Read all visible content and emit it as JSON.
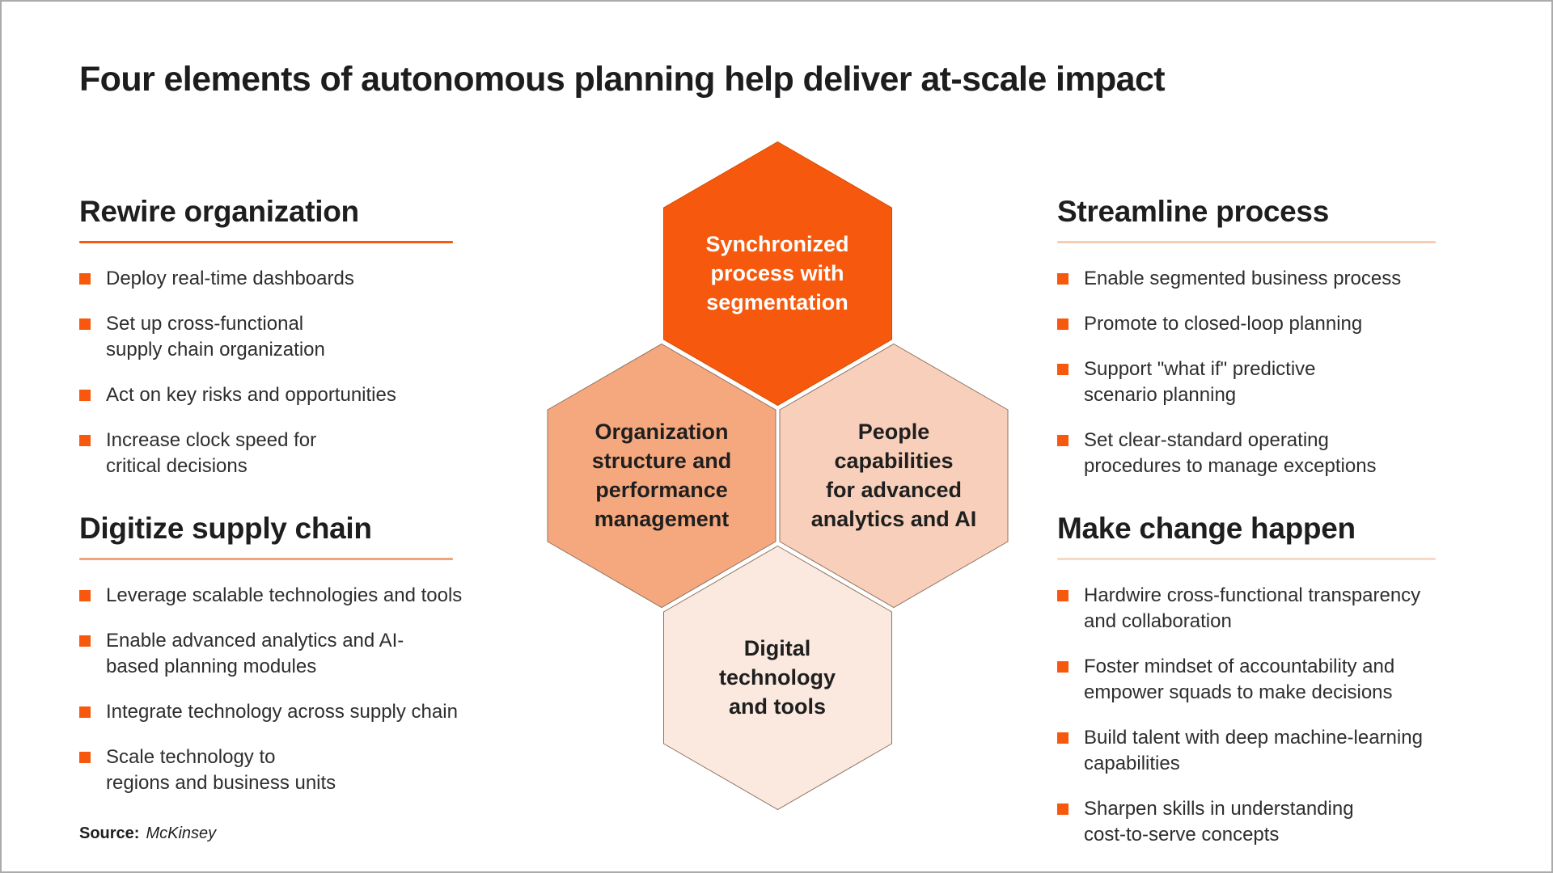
{
  "page": {
    "title": "Four elements of autonomous planning help deliver at-scale impact",
    "source_label": "Source:",
    "source_value": "McKinsey"
  },
  "colors": {
    "accent_orange": "#F6590D",
    "bullet_square": "#F6590D",
    "frame_border": "#ABABAB",
    "heading_text": "#1E1E1E",
    "body_text": "#2E2E2E",
    "hex_stroke": "#8F7361"
  },
  "sections": [
    {
      "title": "Rewire organization",
      "underline_color": "#F6590D",
      "bullets": [
        [
          "Deploy real-time dashboards"
        ],
        [
          "Set up cross-functional",
          "supply chain organization"
        ],
        [
          "Act on key risks and opportunities"
        ],
        [
          "Increase clock speed for",
          "critical decisions"
        ]
      ]
    },
    {
      "title": "Digitize supply chain",
      "underline_color": "#F1A47E",
      "bullets": [
        [
          "Leverage scalable technologies and tools"
        ],
        [
          "Enable advanced analytics and AI-",
          "based planning modules"
        ],
        [
          "Integrate technology across supply chain"
        ],
        [
          "Scale technology to",
          "regions and business units"
        ]
      ]
    },
    {
      "title": "Streamline process",
      "underline_color": "#F6CDB2",
      "bullets": [
        [
          "Enable segmented business process"
        ],
        [
          "Promote to closed-loop planning"
        ],
        [
          "Support \"what if\" predictive",
          "scenario planning"
        ],
        [
          "Set clear-standard operating",
          "procedures to manage exceptions"
        ]
      ]
    },
    {
      "title": "Make change happen",
      "underline_color": "#F7D9C6",
      "bullets": [
        [
          "Hardwire cross-functional transparency",
          "and collaboration"
        ],
        [
          "Foster mindset of accountability and",
          "empower squads to make decisions"
        ],
        [
          "Build talent with deep machine-learning",
          "capabilities"
        ],
        [
          "Sharpen skills in understanding",
          "cost-to-serve concepts"
        ]
      ]
    }
  ],
  "hexagons": [
    {
      "label": [
        "Synchronized",
        "process with",
        "segmentation"
      ],
      "fill": "#F6590D",
      "text_color": "#FFFFFF"
    },
    {
      "label": [
        "Organization",
        "structure and",
        "performance",
        "management"
      ],
      "fill": "#F5A87E",
      "text_color": "#1F1F1F"
    },
    {
      "label": [
        "People",
        "capabilities",
        "for advanced",
        "analytics and AI"
      ],
      "fill": "#F8CFBA",
      "text_color": "#1F1F1F"
    },
    {
      "label": [
        "Digital",
        "technology",
        "and tools"
      ],
      "fill": "#FBE9DF",
      "text_color": "#1F1F1F"
    }
  ]
}
